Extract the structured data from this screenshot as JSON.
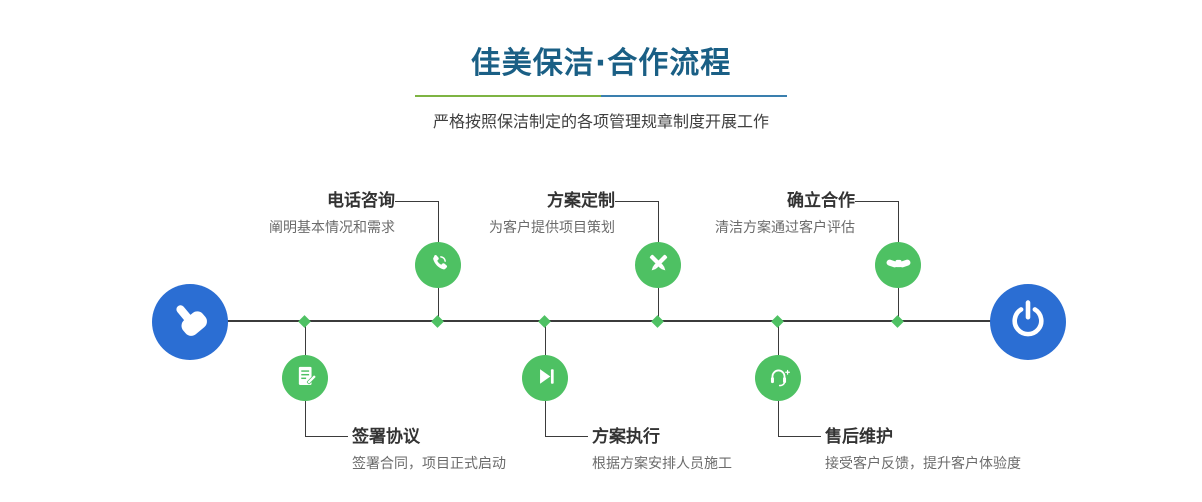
{
  "header": {
    "title": "佳美保洁·合作流程",
    "subtitle": "严格按照保洁制定的各项管理规章制度开展工作"
  },
  "colors": {
    "primary_blue": "#2b6ed3",
    "accent_green": "#4ec163",
    "title_color": "#1a5f85",
    "line_color": "#3b3b3b",
    "divider_green": "#7eb443",
    "divider_blue": "#3a7fae"
  },
  "flow": {
    "start_icon": "hand-pointer-icon",
    "end_icon": "power-icon",
    "top_steps": [
      {
        "icon": "phone-icon",
        "title": "电话咨询",
        "description": "阐明基本情况和需求"
      },
      {
        "icon": "design-icon",
        "title": "方案定制",
        "description": "为客户提供项目策划"
      },
      {
        "icon": "handshake-icon",
        "title": "确立合作",
        "description": "清洁方案通过客户评估"
      }
    ],
    "bottom_steps": [
      {
        "icon": "contract-icon",
        "title": "签署协议",
        "description": "签署合同，项目正式启动"
      },
      {
        "icon": "play-icon",
        "title": "方案执行",
        "description": "根据方案安排人员施工"
      },
      {
        "icon": "headset-icon",
        "title": "售后维护",
        "description": "接受客户反馈，提升客户体验度"
      }
    ]
  }
}
